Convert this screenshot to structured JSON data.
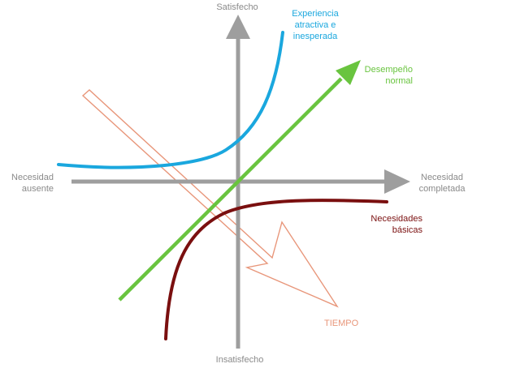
{
  "axes": {
    "top": "Satisfecho",
    "bottom": "Insatisfecho",
    "left_line1": "Necesidad",
    "left_line2": "ausente",
    "right_line1": "Necesidad",
    "right_line2": "completada"
  },
  "curves": {
    "attractive": {
      "line1": "Experiencia",
      "line2": "atractiva e",
      "line3": "inesperada",
      "color": "#1aa7de"
    },
    "performance": {
      "line1": "Desempeño",
      "line2": "normal",
      "color": "#69c43f"
    },
    "basic": {
      "line1": "Necesidades",
      "line2": "básicas",
      "color": "#7a0f0f"
    },
    "time": {
      "label": "TIEMPO",
      "color": "#e8967a"
    }
  },
  "axis_color": "#9e9e9e"
}
